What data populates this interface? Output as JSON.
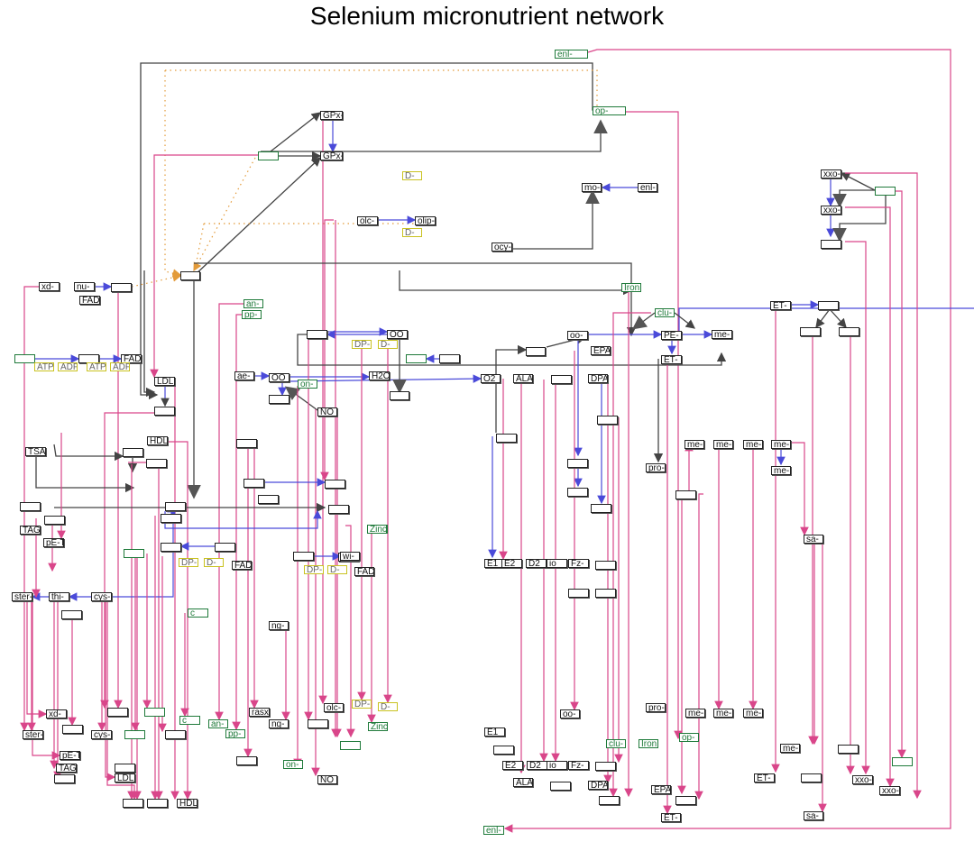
{
  "title": "Selenium micronutrient network",
  "colors": {
    "conversion": "#d9468a",
    "binding": "#4a4ad9",
    "inhibition": "#444444",
    "catalysis": "#e39b3a",
    "metabolite_border": "#1f7a3a",
    "cofactor_border": "#c9c220",
    "gene_border": "#222222"
  },
  "nodes": [
    {
      "id": "n1",
      "label": "enl-",
      "type": "met"
    },
    {
      "id": "n2",
      "label": "op-",
      "type": "met"
    },
    {
      "id": "n3",
      "label": "GPx-",
      "type": "gp"
    },
    {
      "id": "n4",
      "label": "GPx-",
      "type": "gp"
    },
    {
      "id": "n5",
      "label": "",
      "type": "met"
    },
    {
      "id": "n6",
      "label": "D-",
      "type": "cof"
    },
    {
      "id": "n7",
      "label": "olc-",
      "type": "gp"
    },
    {
      "id": "n8",
      "label": "olip-",
      "type": "gp"
    },
    {
      "id": "n9",
      "label": "D-",
      "type": "cof"
    },
    {
      "id": "n10",
      "label": "mo-",
      "type": "gp"
    },
    {
      "id": "n11",
      "label": "enl-",
      "type": "gp"
    },
    {
      "id": "n12",
      "label": "ocy-",
      "type": "gp"
    },
    {
      "id": "n13",
      "label": "",
      "type": "gp"
    },
    {
      "id": "n14",
      "label": "xd-",
      "type": "gp"
    },
    {
      "id": "n15",
      "label": "nu-",
      "type": "gp"
    },
    {
      "id": "n16",
      "label": "",
      "type": "gp"
    },
    {
      "id": "n17",
      "label": "FAD",
      "type": "gp"
    },
    {
      "id": "n18",
      "label": "Iron",
      "type": "met"
    },
    {
      "id": "n19",
      "label": "an-",
      "type": "met"
    },
    {
      "id": "n20",
      "label": "pp-",
      "type": "met"
    },
    {
      "id": "n21",
      "label": "",
      "type": "met"
    },
    {
      "id": "n22",
      "label": "",
      "type": "gp"
    },
    {
      "id": "n23",
      "label": "FAD",
      "type": "gp"
    },
    {
      "id": "n24",
      "label": "ATP",
      "type": "cof"
    },
    {
      "id": "n25",
      "label": "ADP",
      "type": "cof"
    },
    {
      "id": "n26",
      "label": "ATP",
      "type": "cof"
    },
    {
      "id": "n27",
      "label": "ADP",
      "type": "cof"
    },
    {
      "id": "n28",
      "label": "LDL",
      "type": "gp"
    },
    {
      "id": "n29",
      "label": "",
      "type": "gp"
    },
    {
      "id": "n30",
      "label": "HDL",
      "type": "gp"
    },
    {
      "id": "n31",
      "label": "",
      "type": "gp"
    },
    {
      "id": "n32",
      "label": "",
      "type": "gp"
    },
    {
      "id": "n33",
      "label": "TSA-",
      "type": "gp"
    },
    {
      "id": "n34",
      "label": "ae-",
      "type": "gp"
    },
    {
      "id": "n35",
      "label": "OO",
      "type": "gp"
    },
    {
      "id": "n36",
      "label": "on-",
      "type": "met"
    },
    {
      "id": "n37",
      "label": "",
      "type": "gp"
    },
    {
      "id": "n38",
      "label": "NO",
      "type": "gp"
    },
    {
      "id": "n39",
      "label": "",
      "type": "gp"
    },
    {
      "id": "n40",
      "label": "OO",
      "type": "gp"
    },
    {
      "id": "n41",
      "label": "DP-",
      "type": "cof"
    },
    {
      "id": "n42",
      "label": "D-",
      "type": "cof"
    },
    {
      "id": "n43",
      "label": "",
      "type": "met"
    },
    {
      "id": "n44",
      "label": "",
      "type": "gp"
    },
    {
      "id": "n45",
      "label": "H2O",
      "type": "gp"
    },
    {
      "id": "n46",
      "label": "O2",
      "type": "gp"
    },
    {
      "id": "n47",
      "label": "",
      "type": "gp"
    },
    {
      "id": "n48",
      "label": "ALA",
      "type": "gp"
    },
    {
      "id": "n49",
      "label": "",
      "type": "gp"
    },
    {
      "id": "n50",
      "label": "DPA",
      "type": "gp"
    },
    {
      "id": "n51",
      "label": "EPA",
      "type": "gp"
    },
    {
      "id": "n52",
      "label": "",
      "type": "gp"
    },
    {
      "id": "n53",
      "label": "oo-",
      "type": "gp"
    },
    {
      "id": "n54",
      "label": "clu-",
      "type": "met"
    },
    {
      "id": "n55",
      "label": "PE-",
      "type": "gp"
    },
    {
      "id": "n56",
      "label": "me-",
      "type": "gp"
    },
    {
      "id": "n57",
      "label": "ET-",
      "type": "gp"
    },
    {
      "id": "n58",
      "label": "ET-",
      "type": "gp"
    },
    {
      "id": "n59",
      "label": "",
      "type": "gp"
    },
    {
      "id": "n60",
      "label": "",
      "type": "gp"
    },
    {
      "id": "n61",
      "label": "",
      "type": "gp"
    },
    {
      "id": "n62",
      "label": "",
      "type": "gp"
    },
    {
      "id": "n63",
      "label": "xxo-",
      "type": "gp"
    },
    {
      "id": "n64",
      "label": "xxo-",
      "type": "gp"
    },
    {
      "id": "n65",
      "label": "",
      "type": "gp"
    },
    {
      "id": "n66",
      "label": "",
      "type": "met"
    },
    {
      "id": "n67",
      "label": "",
      "type": "gp"
    },
    {
      "id": "n68",
      "label": "",
      "type": "gp"
    },
    {
      "id": "n69",
      "label": "",
      "type": "gp"
    },
    {
      "id": "n70",
      "label": "me-",
      "type": "gp"
    },
    {
      "id": "n71",
      "label": "me-",
      "type": "gp"
    },
    {
      "id": "n72",
      "label": "me-",
      "type": "gp"
    },
    {
      "id": "n73",
      "label": "me-",
      "type": "gp"
    },
    {
      "id": "n74",
      "label": "me-",
      "type": "gp"
    },
    {
      "id": "n75",
      "label": "pro-",
      "type": "gp"
    },
    {
      "id": "n76",
      "label": "",
      "type": "gp"
    },
    {
      "id": "n77",
      "label": "",
      "type": "gp"
    },
    {
      "id": "n78",
      "label": "",
      "type": "gp"
    },
    {
      "id": "n79",
      "label": "",
      "type": "gp"
    },
    {
      "id": "n80",
      "label": "",
      "type": "gp"
    },
    {
      "id": "n81",
      "label": "",
      "type": "gp"
    },
    {
      "id": "n82",
      "label": "",
      "type": "gp"
    },
    {
      "id": "n83",
      "label": "",
      "type": "gp"
    },
    {
      "id": "n84",
      "label": "",
      "type": "gp"
    },
    {
      "id": "n85",
      "label": "",
      "type": "gp"
    },
    {
      "id": "n86",
      "label": "",
      "type": "gp"
    },
    {
      "id": "n87",
      "label": "",
      "type": "gp"
    },
    {
      "id": "n88",
      "label": "",
      "type": "gp"
    },
    {
      "id": "n89",
      "label": "TAG",
      "type": "gp"
    },
    {
      "id": "n90",
      "label": "pE-T",
      "type": "gp"
    },
    {
      "id": "n91",
      "label": "",
      "type": "met"
    },
    {
      "id": "n92",
      "label": "DP-",
      "type": "cof"
    },
    {
      "id": "n93",
      "label": "D-",
      "type": "cof"
    },
    {
      "id": "n94",
      "label": "FAD",
      "type": "gp"
    },
    {
      "id": "n95",
      "label": "ster-",
      "type": "gp"
    },
    {
      "id": "n96",
      "label": "thi-",
      "type": "gp"
    },
    {
      "id": "n97",
      "label": "cys-",
      "type": "gp"
    },
    {
      "id": "n98",
      "label": "",
      "type": "gp"
    },
    {
      "id": "n99",
      "label": "c",
      "type": "met"
    },
    {
      "id": "n100",
      "label": "",
      "type": "gp"
    },
    {
      "id": "n101",
      "label": "",
      "type": "gp"
    },
    {
      "id": "n102",
      "label": "",
      "type": "met"
    },
    {
      "id": "n103",
      "label": "Zinc",
      "type": "met"
    },
    {
      "id": "n104",
      "label": "",
      "type": "gp"
    },
    {
      "id": "n105",
      "label": "wi-",
      "type": "gp"
    },
    {
      "id": "n106",
      "label": "DP-",
      "type": "cof"
    },
    {
      "id": "n107",
      "label": "D-",
      "type": "cof"
    },
    {
      "id": "n108",
      "label": "FAD",
      "type": "gp"
    },
    {
      "id": "n109",
      "label": "E1",
      "type": "gp"
    },
    {
      "id": "n110",
      "label": "E2",
      "type": "gp"
    },
    {
      "id": "n111",
      "label": "D2",
      "type": "gp"
    },
    {
      "id": "n112",
      "label": "io",
      "type": "gp"
    },
    {
      "id": "n113",
      "label": "Fz-",
      "type": "gp"
    },
    {
      "id": "n114",
      "label": "",
      "type": "gp"
    },
    {
      "id": "n115",
      "label": "",
      "type": "gp"
    },
    {
      "id": "n116",
      "label": "",
      "type": "gp"
    },
    {
      "id": "n117",
      "label": "sa-",
      "type": "gp"
    },
    {
      "id": "n118",
      "label": "ng-",
      "type": "gp"
    },
    {
      "id": "n119",
      "label": "xd-",
      "type": "gp"
    },
    {
      "id": "n120",
      "label": "ster-",
      "type": "gp"
    },
    {
      "id": "n121",
      "label": "",
      "type": "gp"
    },
    {
      "id": "n122",
      "label": "cys-",
      "type": "gp"
    },
    {
      "id": "n123",
      "label": "",
      "type": "met"
    },
    {
      "id": "n124",
      "label": "",
      "type": "gp"
    },
    {
      "id": "n125",
      "label": "",
      "type": "met"
    },
    {
      "id": "n126",
      "label": "",
      "type": "gp"
    },
    {
      "id": "n127",
      "label": "c",
      "type": "met"
    },
    {
      "id": "n128",
      "label": "an-",
      "type": "met"
    },
    {
      "id": "n129",
      "label": "pp-",
      "type": "met"
    },
    {
      "id": "n130",
      "label": "rasx-",
      "type": "gp"
    },
    {
      "id": "n131",
      "label": "ng-",
      "type": "gp"
    },
    {
      "id": "n132",
      "label": "",
      "type": "gp"
    },
    {
      "id": "n133",
      "label": "olc-",
      "type": "gp"
    },
    {
      "id": "n134",
      "label": "DP-",
      "type": "cof"
    },
    {
      "id": "n135",
      "label": "D-",
      "type": "cof"
    },
    {
      "id": "n136",
      "label": "Zinc",
      "type": "met"
    },
    {
      "id": "n137",
      "label": "",
      "type": "met"
    },
    {
      "id": "n138",
      "label": "",
      "type": "gp"
    },
    {
      "id": "n139",
      "label": "on-",
      "type": "met"
    },
    {
      "id": "n140",
      "label": "NO",
      "type": "gp"
    },
    {
      "id": "n141",
      "label": "pE-T",
      "type": "gp"
    },
    {
      "id": "n142",
      "label": "TAG",
      "type": "gp"
    },
    {
      "id": "n143",
      "label": "",
      "type": "gp"
    },
    {
      "id": "n144",
      "label": "",
      "type": "gp"
    },
    {
      "id": "n145",
      "label": "LDL",
      "type": "gp"
    },
    {
      "id": "n146",
      "label": "",
      "type": "gp"
    },
    {
      "id": "n147",
      "label": "",
      "type": "gp"
    },
    {
      "id": "n148",
      "label": "HDL",
      "type": "gp"
    },
    {
      "id": "n149",
      "label": "E1",
      "type": "gp"
    },
    {
      "id": "n150",
      "label": "",
      "type": "gp"
    },
    {
      "id": "n151",
      "label": "E2",
      "type": "gp"
    },
    {
      "id": "n152",
      "label": "D2",
      "type": "gp"
    },
    {
      "id": "n153",
      "label": "io",
      "type": "gp"
    },
    {
      "id": "n154",
      "label": "Fz-",
      "type": "gp"
    },
    {
      "id": "n155",
      "label": "",
      "type": "gp"
    },
    {
      "id": "n156",
      "label": "ALA",
      "type": "gp"
    },
    {
      "id": "n157",
      "label": "",
      "type": "gp"
    },
    {
      "id": "n158",
      "label": "DPA",
      "type": "gp"
    },
    {
      "id": "n159",
      "label": "",
      "type": "gp"
    },
    {
      "id": "n160",
      "label": "oo-",
      "type": "gp"
    },
    {
      "id": "n161",
      "label": "clu-",
      "type": "met"
    },
    {
      "id": "n162",
      "label": "Iron",
      "type": "met"
    },
    {
      "id": "n163",
      "label": "EPA",
      "type": "gp"
    },
    {
      "id": "n164",
      "label": "pro-",
      "type": "gp"
    },
    {
      "id": "n165",
      "label": "op-",
      "type": "met"
    },
    {
      "id": "n166",
      "label": "",
      "type": "gp"
    },
    {
      "id": "n167",
      "label": "ET-",
      "type": "gp"
    },
    {
      "id": "n168",
      "label": "me-",
      "type": "gp"
    },
    {
      "id": "n169",
      "label": "me-",
      "type": "gp"
    },
    {
      "id": "n170",
      "label": "me-",
      "type": "gp"
    },
    {
      "id": "n171",
      "label": "me-",
      "type": "gp"
    },
    {
      "id": "n172",
      "label": "ET-",
      "type": "gp"
    },
    {
      "id": "n173",
      "label": "",
      "type": "gp"
    },
    {
      "id": "n174",
      "label": "",
      "type": "gp"
    },
    {
      "id": "n175",
      "label": "sa-",
      "type": "gp"
    },
    {
      "id": "n176",
      "label": "",
      "type": "met"
    },
    {
      "id": "n177",
      "label": "xxo-",
      "type": "gp"
    },
    {
      "id": "n178",
      "label": "xxo-",
      "type": "gp"
    },
    {
      "id": "n179",
      "label": "enl-",
      "type": "met"
    }
  ]
}
